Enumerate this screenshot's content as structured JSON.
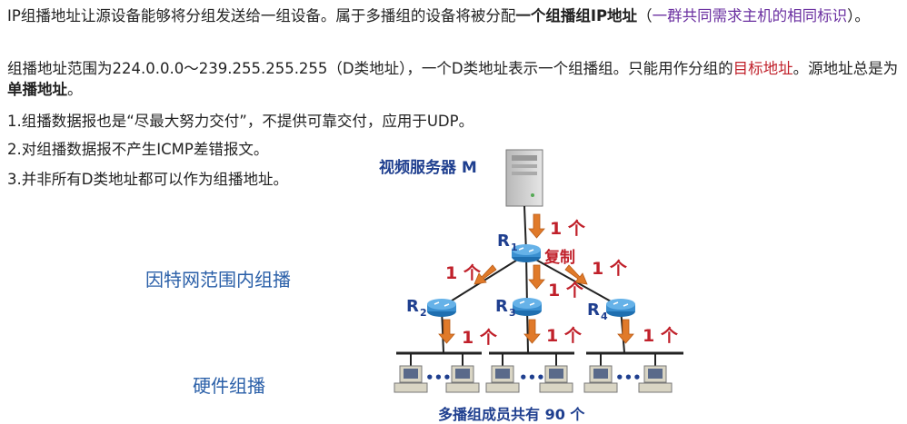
{
  "para1": {
    "t1": "IP组播地址让源设备能够将分组发送给一组设备。属于多播组的设备将被分配",
    "bold": "一个组播组IP地址",
    "t2": "（",
    "purple": "一群共同需求主机的相同标识",
    "t3": "）。"
  },
  "para2": {
    "t1": "组播地址范围为224.0.0.0～239.255.255.255（D类地址），一个D类地址表示一个组播组。只能用作分组的",
    "red": "目标地址",
    "t2": "。源地址总是为",
    "bold": "单播地址",
    "t3": "。"
  },
  "list": [
    "1.组播数据报也是“尽最大努力交付”，不提供可靠交付，应用于UDP。",
    "2.对组播数据报不产生ICMP差错报文。",
    "3.并非所有D类地址都可以作为组播地址。"
  ],
  "labels": {
    "internet_multicast": "因特网范围内组播",
    "hardware_multicast": "硬件组播",
    "server": "视频服务器 M",
    "members": "多播组成员共有 90 个",
    "copy": "复制",
    "one": "1 个",
    "dots": "•••",
    "R": "R",
    "r1_sub": "1",
    "r2_sub": "2",
    "r3_sub": "3",
    "r4_sub": "4"
  },
  "colors": {
    "router": "#3a8fd0",
    "arrow": "#e07a2a",
    "label_red": "#c0202a",
    "title_blue": "#1f3f8f"
  }
}
